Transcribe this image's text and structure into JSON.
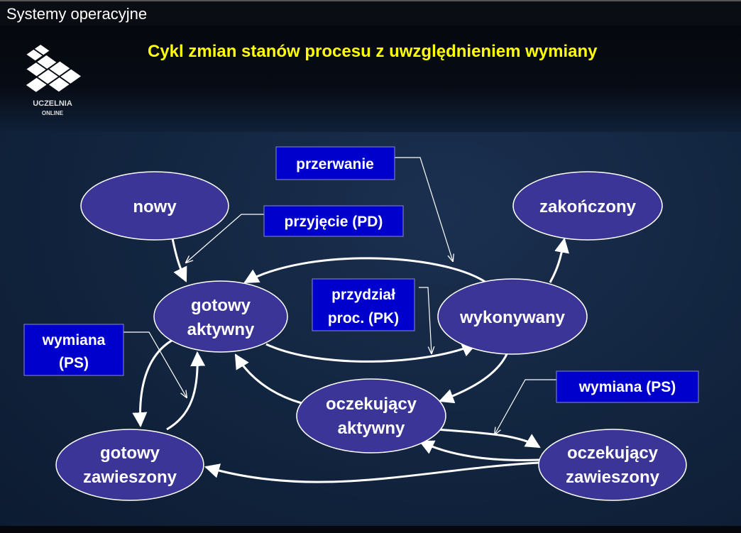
{
  "header": {
    "course": "Systemy operacyjne",
    "title": "Cykl zmian stanów procesu z uwzględnieniem wymiany",
    "logo_text": [
      "UCZELNIA",
      "ONLINE"
    ]
  },
  "states": {
    "nowy": [
      "nowy"
    ],
    "zakonczony": [
      "zakończony"
    ],
    "gotowy_aktywny": [
      "gotowy",
      "aktywny"
    ],
    "wykonywany": [
      "wykonywany"
    ],
    "oczekujacy_aktywny": [
      "oczekujący",
      "aktywny"
    ],
    "gotowy_zawieszony": [
      "gotowy",
      "zawieszony"
    ],
    "oczekujacy_zawieszony": [
      "oczekujący",
      "zawieszony"
    ]
  },
  "labels": {
    "przerwanie": [
      "przerwanie"
    ],
    "przyjecie": [
      "przyjęcie (PD)"
    ],
    "przydzial": [
      "przydział",
      "proc. (PK)"
    ],
    "wymiana_left": [
      "wymiana",
      "(PS)"
    ],
    "wymiana_right": [
      "wymiana (PS)"
    ]
  },
  "colors": {
    "state_fill": "#3a3597",
    "label_fill": "#0000cc",
    "title": "#ffff00"
  }
}
